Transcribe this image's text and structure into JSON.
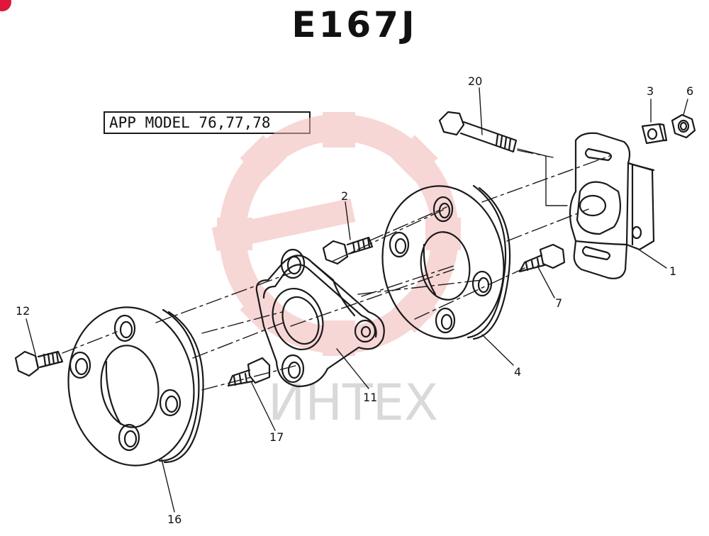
{
  "header": {
    "title": "E167J"
  },
  "note": {
    "app_model": "APP MODEL 76,77,78"
  },
  "watermark": {
    "text": "ИНТЕХ",
    "color": "#e8a3a3"
  },
  "callouts": [
    {
      "id": "20",
      "label": "20"
    },
    {
      "id": "3",
      "label": "3"
    },
    {
      "id": "6",
      "label": "6"
    },
    {
      "id": "2",
      "label": "2"
    },
    {
      "id": "1",
      "label": "1"
    },
    {
      "id": "7",
      "label": "7"
    },
    {
      "id": "4",
      "label": "4"
    },
    {
      "id": "12",
      "label": "12"
    },
    {
      "id": "11",
      "label": "11"
    },
    {
      "id": "17",
      "label": "17"
    },
    {
      "id": "16",
      "label": "16"
    }
  ],
  "colors": {
    "ink": "#1a1a1a",
    "badge": "#e0173a"
  }
}
